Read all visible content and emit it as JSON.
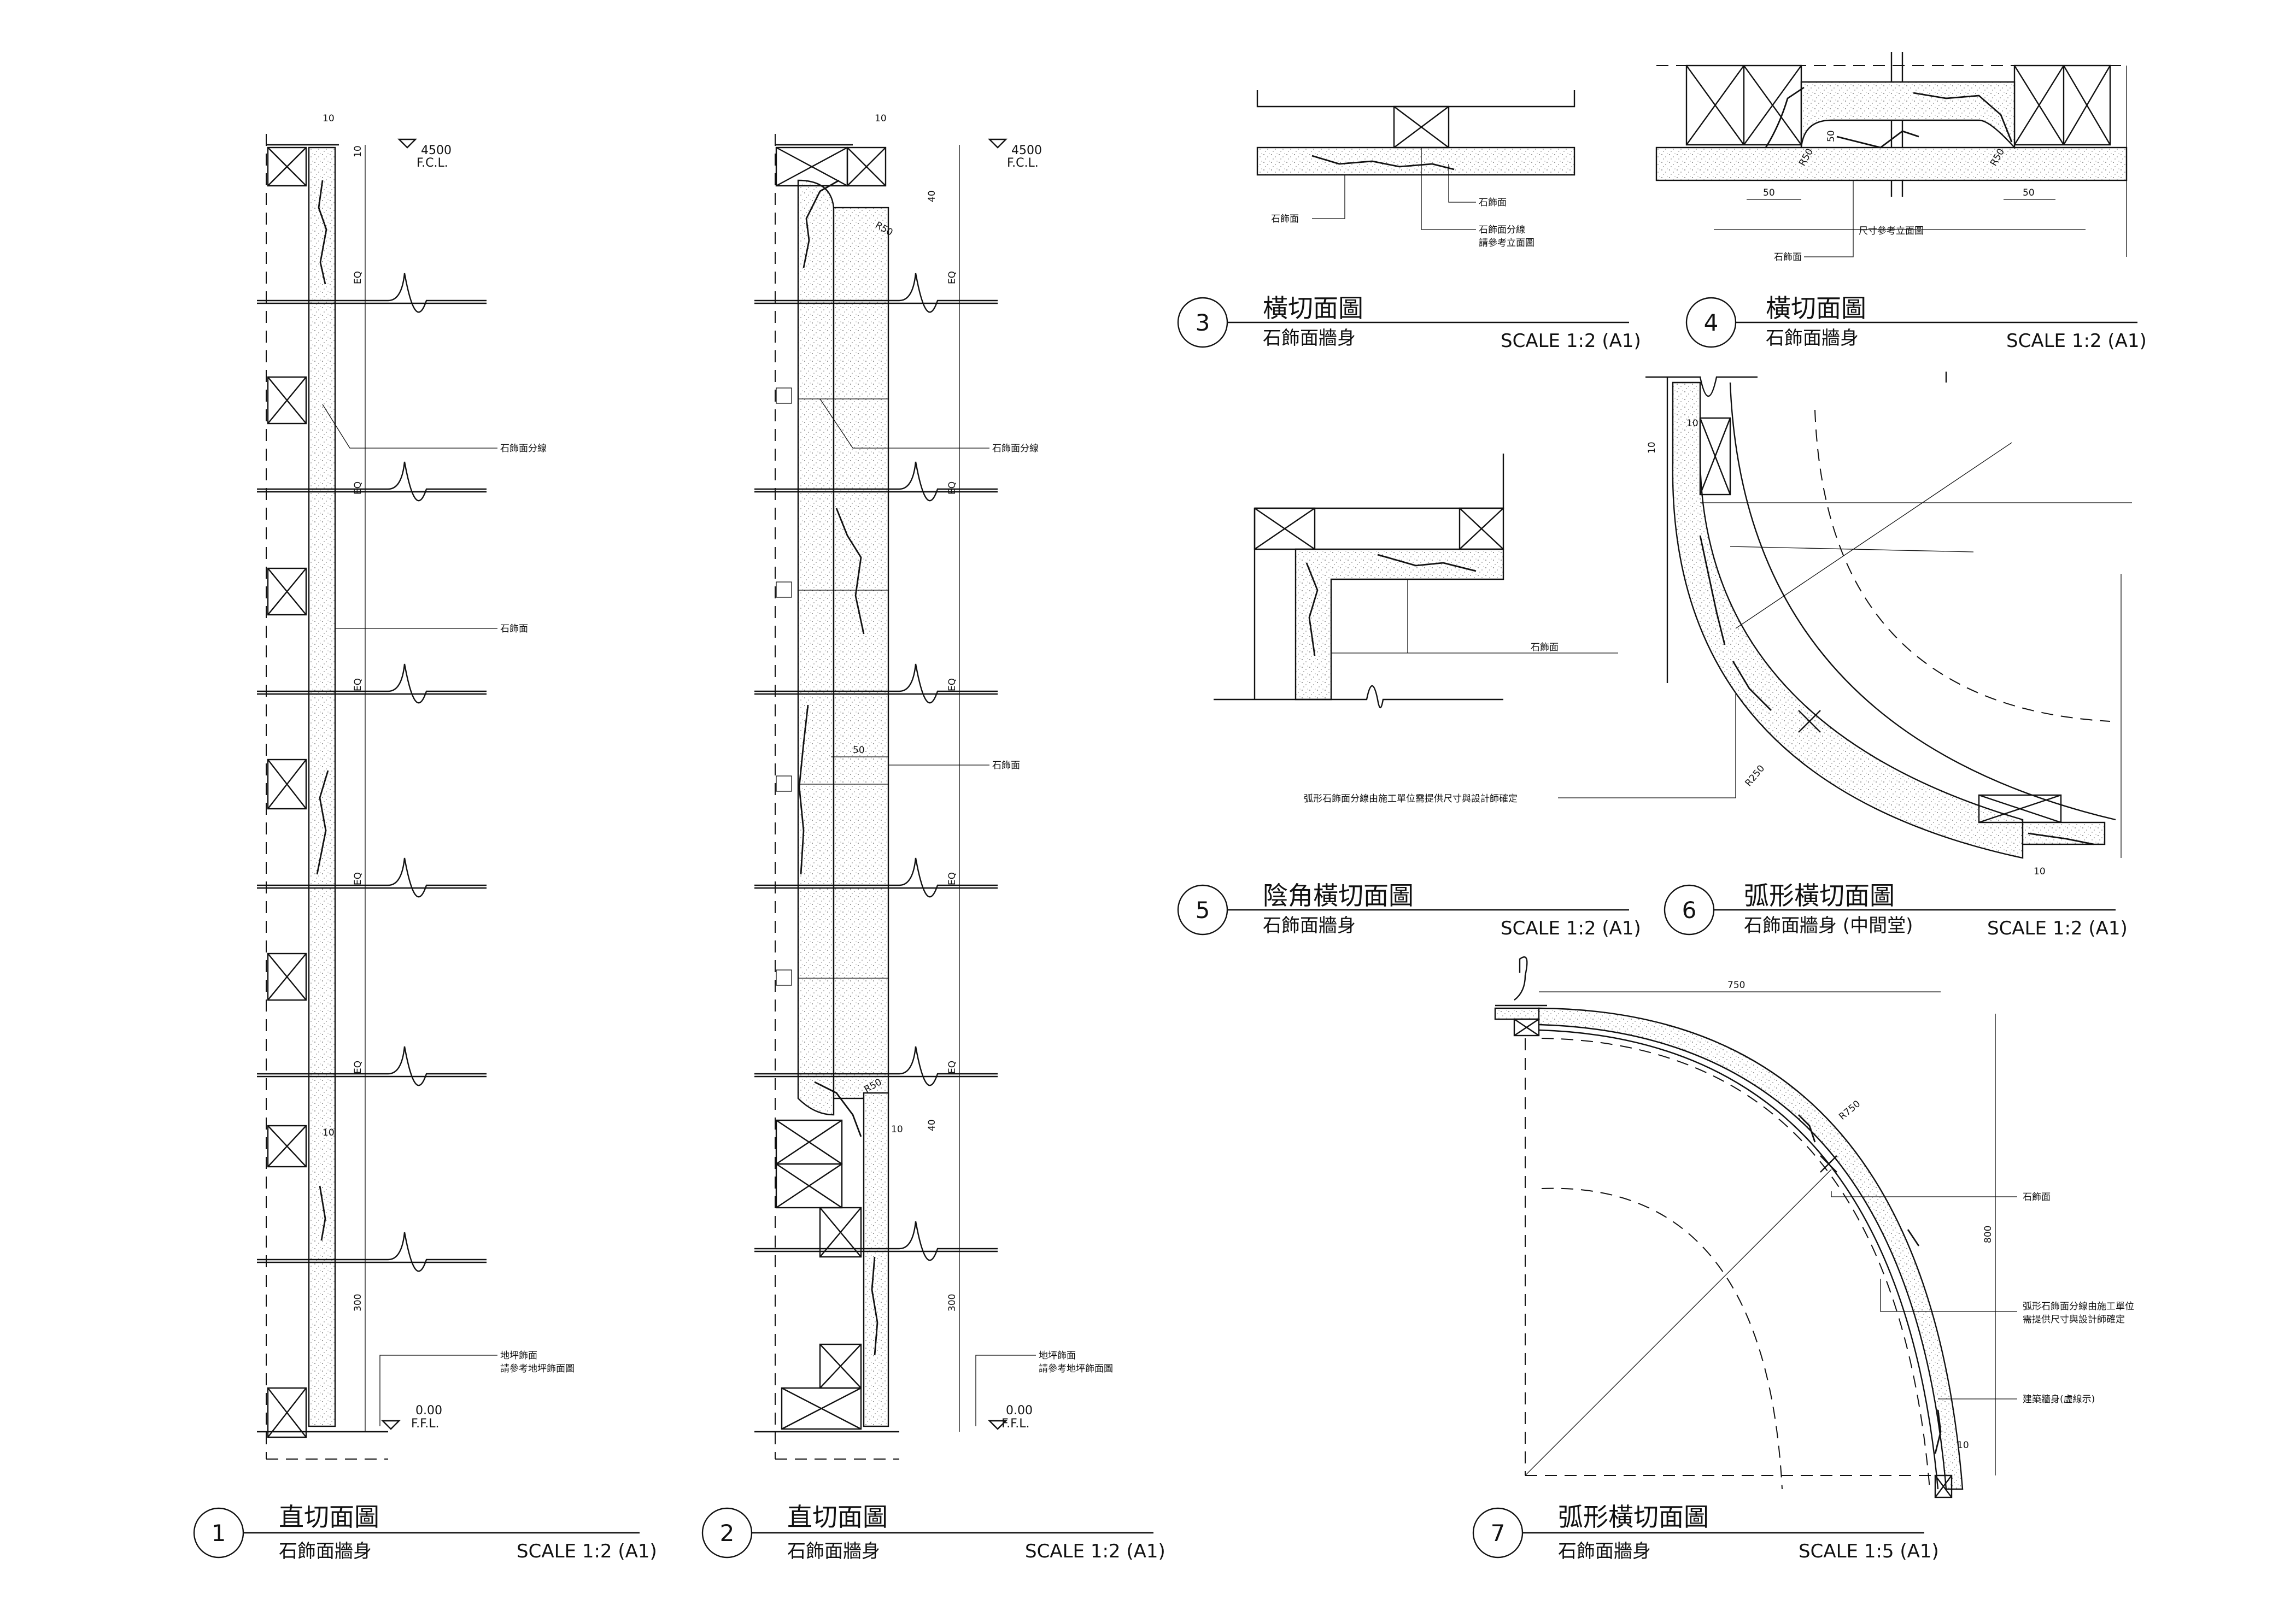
{
  "sheet": {
    "background": "#ffffff",
    "line_color": "#111111"
  },
  "details": [
    {
      "num": "1",
      "title": "直切面圖",
      "subtitle": "石飾面牆身",
      "scale": "SCALE 1:2 (A1)"
    },
    {
      "num": "2",
      "title": "直切面圖",
      "subtitle": "石飾面牆身",
      "scale": "SCALE 1:2 (A1)"
    },
    {
      "num": "3",
      "title": "橫切面圖",
      "subtitle": "石飾面牆身",
      "scale": "SCALE 1:2 (A1)"
    },
    {
      "num": "4",
      "title": "橫切面圖",
      "subtitle": "石飾面牆身",
      "scale": "SCALE 1:2 (A1)"
    },
    {
      "num": "5",
      "title": "陰角橫切面圖",
      "subtitle": "石飾面牆身",
      "scale": "SCALE 1:2 (A1)"
    },
    {
      "num": "6",
      "title": "弧形橫切面圖",
      "subtitle": "石飾面牆身 (中間堂)",
      "scale": "SCALE 1:2 (A1)"
    },
    {
      "num": "7",
      "title": "弧形橫切面圖",
      "subtitle": "石飾面牆身",
      "scale": "SCALE 1:5 (A1)"
    }
  ],
  "levels": {
    "fcl_value": "4500",
    "fcl_label": "F.C.L.",
    "ffl_value": "0.00",
    "ffl_label": "F.F.L."
  },
  "notes": {
    "stone": "石飾面",
    "stone_joint": "石飾面分線",
    "stone_joint_ref": [
      "石飾面分線",
      "請參考立面圖"
    ],
    "floor_finish": [
      "地坪飾面",
      "請參考地坪飾面圖"
    ],
    "size_ref": "尺寸參考立面圖",
    "arc_joint": "弧形石飾面分線由施工單位需提供尺寸與設計師確定",
    "arc_joint_2": [
      "弧形石飾面分線由施工單位",
      "需提供尺寸與設計師確定"
    ],
    "building_wall": "建築牆身(虛線示)"
  },
  "dims": {
    "d10": "10",
    "d40": "40",
    "d50": "50",
    "d300": "300",
    "eq": "EQ",
    "r50": "R50",
    "r250": "R250",
    "r750": "R750",
    "d750": "750",
    "d800": "800"
  }
}
